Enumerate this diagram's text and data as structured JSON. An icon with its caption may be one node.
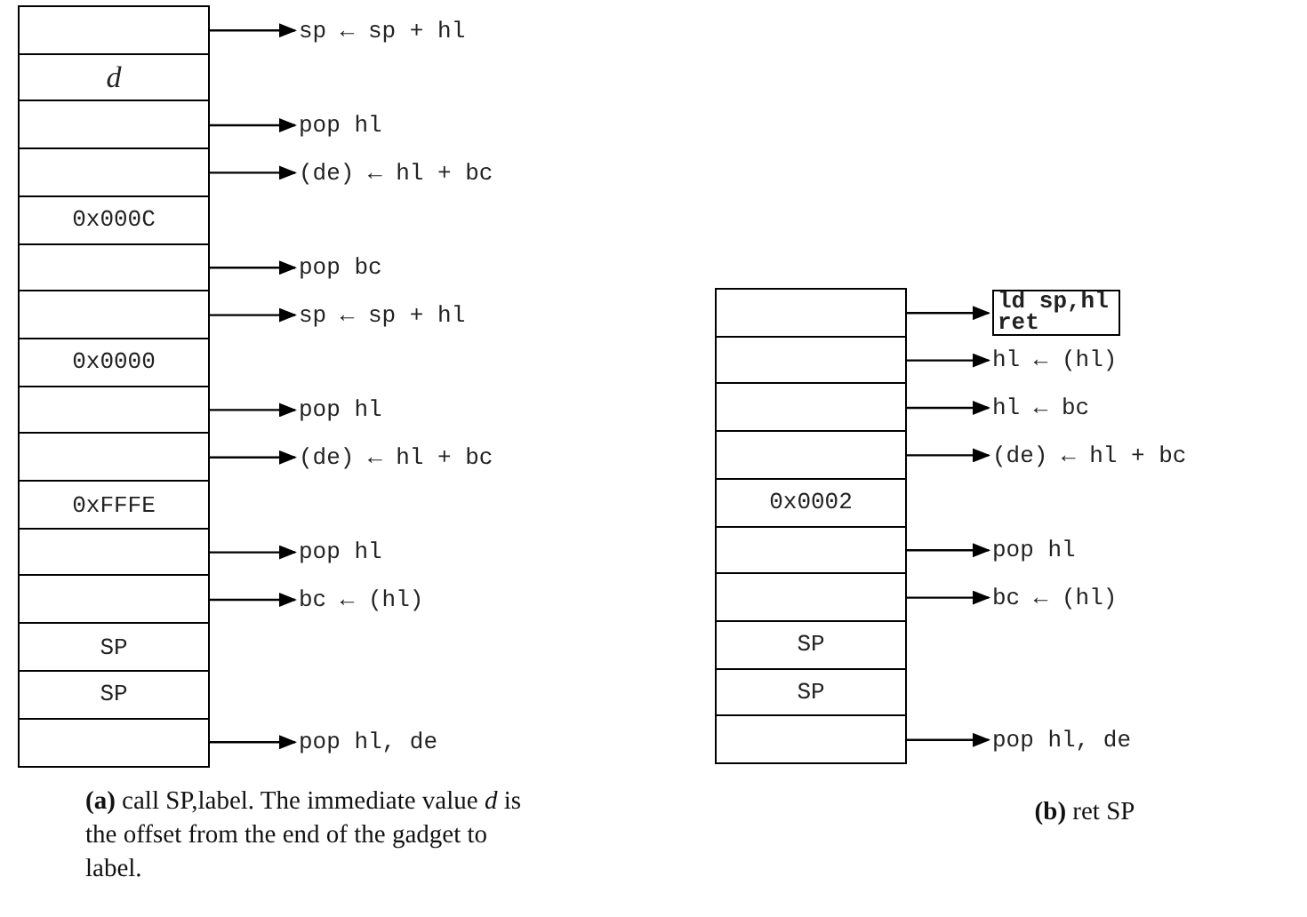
{
  "diagram": {
    "nodes": [
      {
        "text": [],
        "shape": "box"
      },
      {
        "text": [
          "sp ← sp + hl"
        ]
      },
      {
        "text": [
          "d"
        ]
      },
      {
        "text": [],
        "shape": "box"
      },
      {
        "text": [
          "pop hl"
        ]
      },
      {
        "text": [],
        "shape": "box"
      },
      {
        "text": [
          "(de) ← hl + bc"
        ]
      },
      {
        "text": [
          "0x000C"
        ]
      },
      {
        "text": [],
        "shape": "box"
      },
      {
        "text": [
          "pop bc"
        ]
      },
      {
        "text": [],
        "shape": "box"
      },
      {
        "text": [
          "sp ← sp + hl"
        ]
      },
      {
        "text": [
          "0x0000"
        ]
      },
      {
        "text": [],
        "shape": "box"
      },
      {
        "text": [
          "pop hl"
        ]
      },
      {
        "text": [],
        "shape": "box"
      },
      {
        "text": [
          "(de) ← hl + bc"
        ]
      },
      {
        "text": [
          "0xFFFE"
        ]
      },
      {
        "text": [],
        "shape": "box"
      },
      {
        "text": [
          "pop hl"
        ]
      },
      {
        "text": [],
        "shape": "box"
      },
      {
        "text": [
          "bc ← (hl)"
        ]
      },
      {
        "text": [
          "SP"
        ]
      },
      {
        "text": [
          "SP"
        ]
      },
      {
        "text": [],
        "shape": "box"
      },
      {
        "text": [
          "pop hl, de"
        ]
      },
      {
        "text": [],
        "shape": "box"
      },
      {
        "text": [
          "ld sp,hl ret"
        ]
      },
      {
        "text": [],
        "shape": "box"
      },
      {
        "text": [
          "hl ← (hl)"
        ]
      },
      {
        "text": [],
        "shape": "box"
      },
      {
        "text": [
          "hl ← bc"
        ]
      },
      {
        "text": [],
        "shape": "box"
      },
      {
        "text": [
          "(de) ← hl + bc"
        ]
      },
      {
        "text": [
          "0x0002"
        ]
      },
      {
        "text": [],
        "shape": "box"
      },
      {
        "text": [
          "pop hl"
        ]
      },
      {
        "text": [],
        "shape": "box"
      },
      {
        "text": [
          "bc ← (hl)"
        ]
      },
      {
        "text": [
          "SP"
        ]
      },
      {
        "text": [
          "SP"
        ]
      },
      {
        "text": [],
        "shape": "box"
      },
      {
        "text": [
          "pop hl, de"
        ]
      }
    ],
    "edges": [
      {
        "from": 0,
        "to": 1,
        "arrow": "to"
      },
      {
        "from": 3,
        "to": 4,
        "arrow": "to"
      },
      {
        "from": 5,
        "to": 6,
        "arrow": "to"
      },
      {
        "from": 8,
        "to": 9,
        "arrow": "to"
      },
      {
        "from": 10,
        "to": 11,
        "arrow": "to"
      },
      {
        "from": 13,
        "to": 14,
        "arrow": "to"
      },
      {
        "from": 15,
        "to": 16,
        "arrow": "to"
      },
      {
        "from": 18,
        "to": 19,
        "arrow": "to"
      },
      {
        "from": 20,
        "to": 21,
        "arrow": "to"
      },
      {
        "from": 24,
        "to": 25,
        "arrow": "to"
      },
      {
        "from": 26,
        "to": 27,
        "arrow": "to"
      },
      {
        "from": 28,
        "to": 29,
        "arrow": "to"
      },
      {
        "from": 30,
        "to": 31,
        "arrow": "to"
      },
      {
        "from": 32,
        "to": 33,
        "arrow": "to"
      },
      {
        "from": 35,
        "to": 36,
        "arrow": "to"
      },
      {
        "from": 37,
        "to": 38,
        "arrow": "to"
      },
      {
        "from": 41,
        "to": 42,
        "arrow": "to"
      }
    ],
    "labels": [
      "**(a)** call SP,label. The immediate value *d* is the offset from the end of the gadget to label.",
      "**(b)** ret SP"
    ]
  }
}
